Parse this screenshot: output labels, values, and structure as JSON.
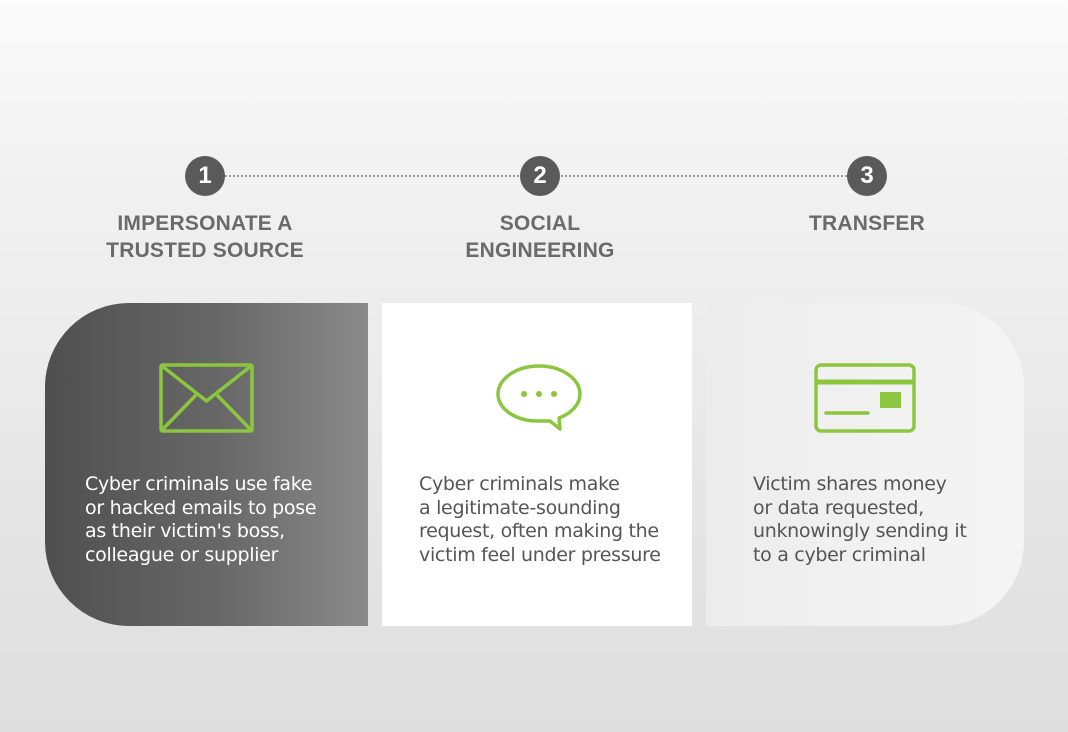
{
  "accent_color": "#8cc63f",
  "steps": [
    {
      "number": "1",
      "title_lines": [
        "IMPERSONATE A",
        "TRUSTED SOURCE"
      ],
      "icon": "envelope-icon",
      "text_lines": [
        "Cyber criminals use fake",
        "or hacked emails to pose",
        "as their victim's boss,",
        "colleague or supplier"
      ]
    },
    {
      "number": "2",
      "title_lines": [
        "SOCIAL",
        "ENGINEERING"
      ],
      "icon": "speech-bubble-icon",
      "text_lines": [
        "Cyber criminals make",
        "a legitimate-sounding",
        "request, often making the",
        "victim feel under pressure"
      ]
    },
    {
      "number": "3",
      "title_lines": [
        "TRANSFER"
      ],
      "icon": "credit-card-icon",
      "text_lines": [
        "Victim shares money",
        "or data requested,",
        "unknowingly sending it",
        "to a cyber criminal"
      ]
    }
  ]
}
